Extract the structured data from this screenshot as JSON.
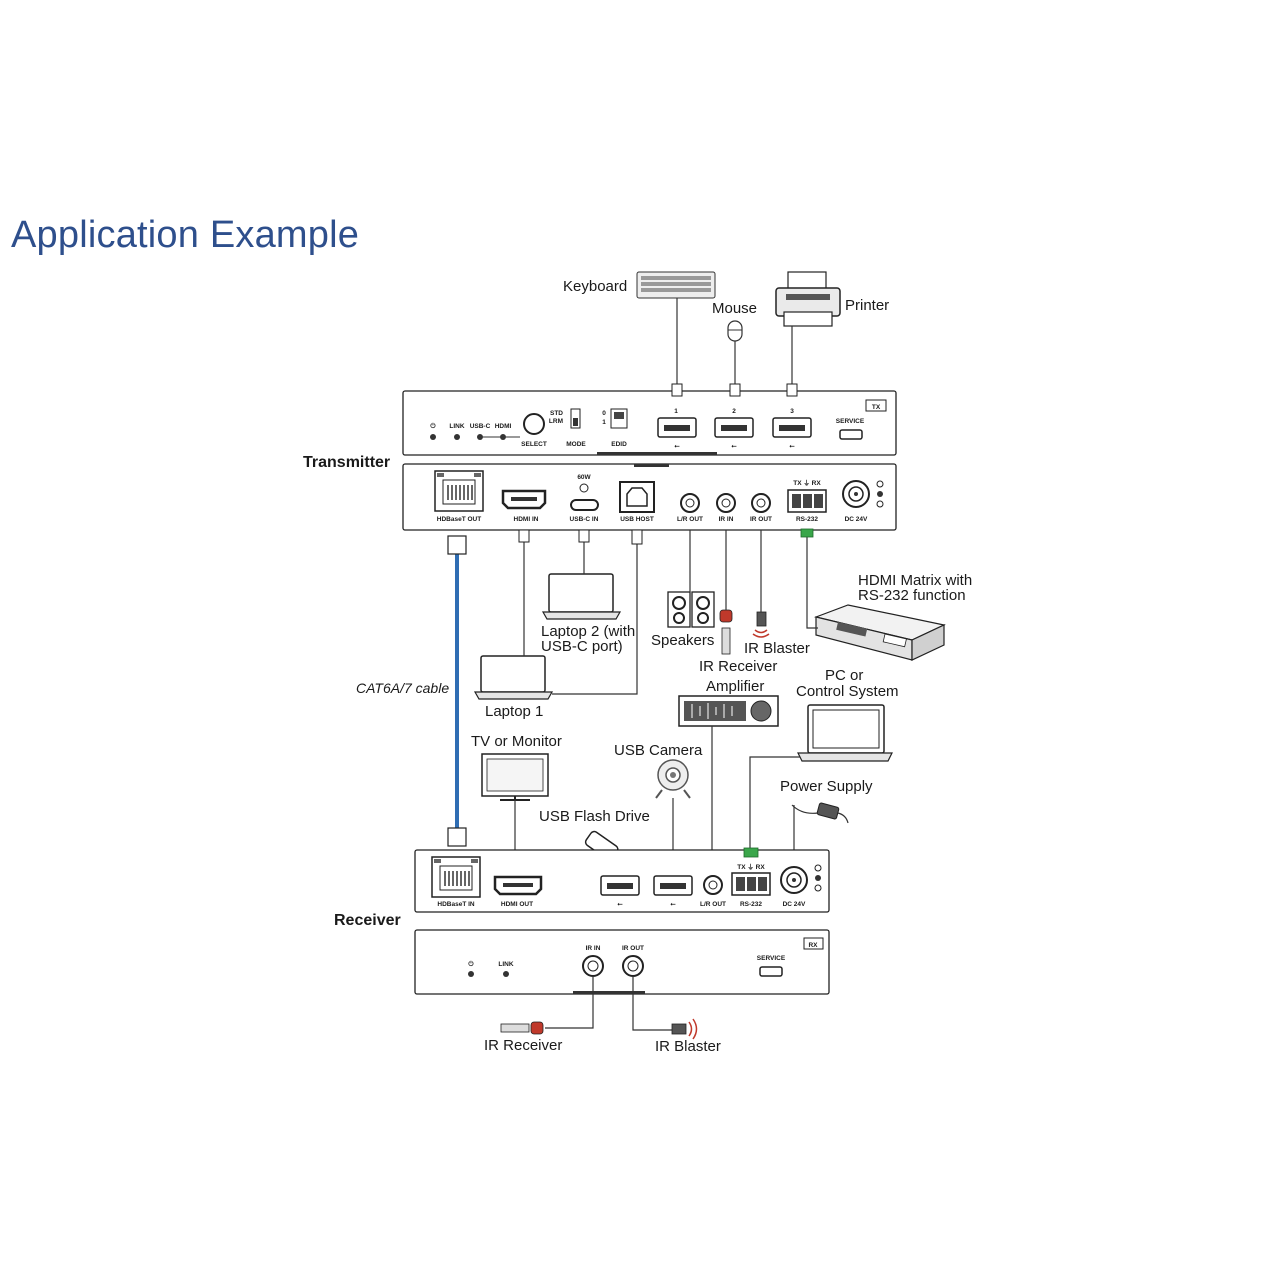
{
  "title": "Application Example",
  "devices": {
    "transmitter": "Transmitter",
    "receiver": "Receiver",
    "tx_badge": "TX",
    "rx_badge": "RX"
  },
  "tx_front": {
    "link": "LINK",
    "usbc": "USB-C",
    "hdmi": "HDMI",
    "select": "SELECT",
    "std": "STD",
    "lrm": "LRM",
    "mode": "MODE",
    "edid": "EDID",
    "edid_0": "0",
    "edid_1": "1",
    "usb1": "1",
    "usb2": "2",
    "usb3": "3",
    "service": "SERVICE"
  },
  "tx_rear": {
    "hdbaset_out": "HDBaseT OUT",
    "hdmi_in": "HDMI IN",
    "w60": "60W",
    "usbc_in": "USB-C IN",
    "usb_host": "USB HOST",
    "lr_out": "L/R OUT",
    "ir_in": "IR IN",
    "ir_out": "IR OUT",
    "rs232": "RS-232",
    "tx_rx": "TX ⏚ RX",
    "dc24v": "DC 24V"
  },
  "rx_rear": {
    "hdbaset_in": "HDBaseT IN",
    "hdmi_out": "HDMI OUT",
    "lr_out": "L/R OUT",
    "rs232": "RS-232",
    "tx_rx": "TX ⏚ RX",
    "dc24v": "DC 24V"
  },
  "rx_front": {
    "link": "LINK",
    "ir_in": "IR IN",
    "ir_out": "IR OUT",
    "service": "SERVICE"
  },
  "labels": {
    "keyboard": "Keyboard",
    "mouse": "Mouse",
    "printer": "Printer",
    "hdmi_matrix_1": "HDMI Matrix with",
    "hdmi_matrix_2": "RS-232 function",
    "laptop2_1": "Laptop 2 (with",
    "laptop2_2": "USB-C port)",
    "speakers": "Speakers",
    "ir_blaster_tx": "IR Blaster",
    "ir_receiver_tx": "IR Receiver",
    "amplifier": "Amplifier",
    "pc_1": "PC or",
    "pc_2": "Control System",
    "laptop1": "Laptop 1",
    "cable": "CAT6A/7 cable",
    "tv": "TV or Monitor",
    "usb_camera": "USB Camera",
    "power_supply": "Power Supply",
    "usb_flash": "USB Flash Drive",
    "ir_receiver_rx": "IR Receiver",
    "ir_blaster_rx": "IR Blaster"
  },
  "colors": {
    "title": "#2e4f8c",
    "cable": "#2f6db3",
    "rs232_connector": "#3aa64a",
    "ir_red": "#c0392b"
  }
}
